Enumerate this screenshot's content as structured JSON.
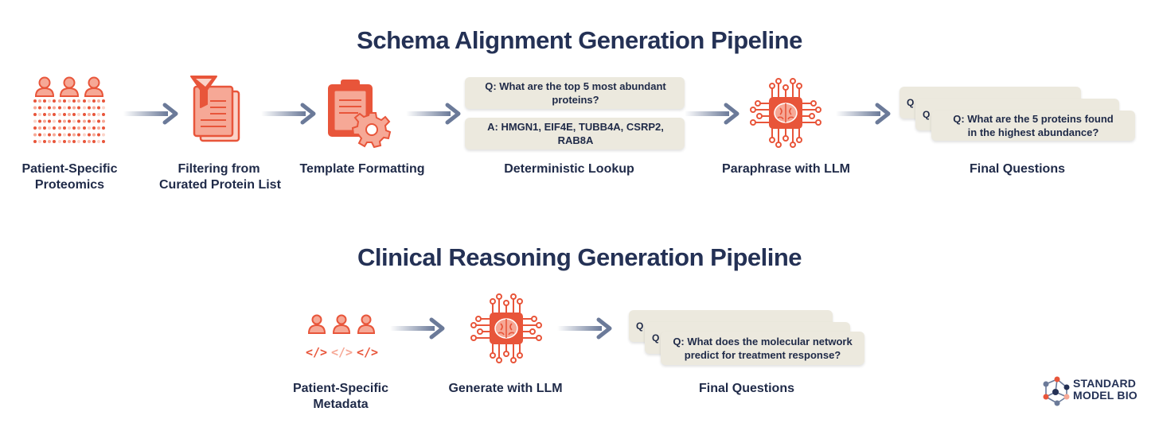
{
  "pipeline1": {
    "title": "Schema Alignment Generation Pipeline",
    "steps": {
      "proteomics": [
        "Patient-Specific",
        "Proteomics"
      ],
      "filtering": [
        "Filtering from",
        "Curated Protein List"
      ],
      "template": "Template Formatting",
      "lookup": "Deterministic Lookup",
      "paraphrase": "Paraphrase with LLM",
      "final": "Final Questions"
    },
    "lookup_question": "Q: What are the top 5 most abundant proteins?",
    "lookup_answer": "A: HMGN1, EIF4E, TUBB4A, CSRP2, RAB8A",
    "final_question": [
      "Q: What are the 5 proteins found",
      "in the highest abundance?"
    ],
    "back_card_prefix": "Q"
  },
  "pipeline2": {
    "title": "Clinical Reasoning Generation Pipeline",
    "steps": {
      "metadata": [
        "Patient-Specific",
        "Metadata"
      ],
      "generate": "Generate with LLM",
      "final": "Final Questions"
    },
    "final_question": [
      "Q: What does the molecular network",
      "predict for treatment response?"
    ],
    "back_card_prefix": "Q",
    "code_glyph": "</>"
  },
  "logo": {
    "line1": "STANDARD",
    "line2": "MODEL BIO"
  },
  "colors": {
    "accent": "#e8553a",
    "accent_light": "#f6a896",
    "accent_pale": "#fbd3c8",
    "arrow": "#6b7a99",
    "card": "#ece9de",
    "title": "#243155"
  },
  "icons": [
    "people-icon",
    "funnel-document-icon",
    "clipboard-gear-icon",
    "brain-chip-icon",
    "code-icon",
    "arrow-right-icon",
    "logo-icon"
  ]
}
